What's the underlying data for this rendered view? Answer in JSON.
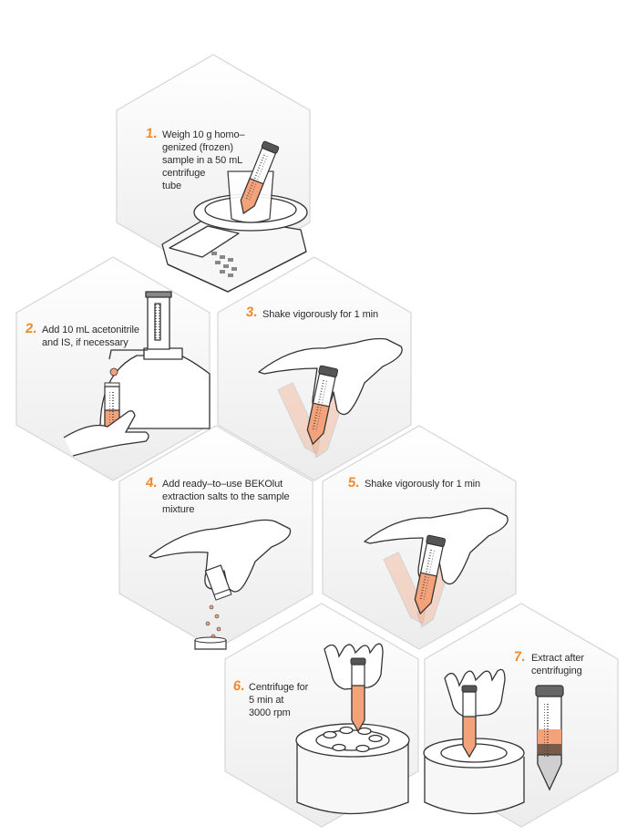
{
  "colors": {
    "accent": "#f08a2c",
    "liquid": "#f3a27a",
    "hex_fill": "#f2f2f2",
    "hex_stroke": "#d9d9d9",
    "line": "#333333"
  },
  "steps": [
    {
      "number": "1.",
      "lines": [
        "Weigh 10 g homo–",
        "genized (frozen)",
        "sample in a 50 mL",
        "centrifuge",
        "tube"
      ]
    },
    {
      "number": "2.",
      "lines": [
        "Add 10 mL acetonitrile",
        "and IS, if necessary"
      ]
    },
    {
      "number": "3.",
      "lines": [
        "Shake vigorously for 1 min"
      ]
    },
    {
      "number": "4.",
      "lines": [
        "Add ready–to–use BEKOlut",
        "extraction salts to the sample",
        "mixture"
      ]
    },
    {
      "number": "5.",
      "lines": [
        "Shake vigorously for 1 min"
      ]
    },
    {
      "number": "6.",
      "lines": [
        "Centrifuge for",
        "5 min at",
        "3000 rpm"
      ]
    },
    {
      "number": "7.",
      "lines": [
        "Extract after",
        "centrifuging"
      ]
    }
  ]
}
